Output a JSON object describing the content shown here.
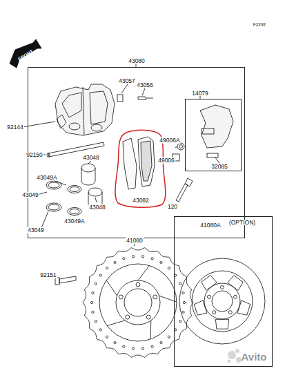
{
  "diagram": {
    "nodes": [
      {
        "text": [
          "43080"
        ]
      },
      {
        "text": [
          "14079"
        ],
        "in": 0
      },
      {
        "text": [
          "43082"
        ],
        "in": 0
      },
      {
        "text": [
          "41080A",
          "(OPTION)"
        ]
      }
    ],
    "labels": [
      "F2292",
      "FRONT",
      "43057",
      "43056",
      "92144",
      "49006A",
      "92150",
      "49006",
      "32085",
      "43048",
      "43049A",
      "43049",
      "43048",
      "43049A",
      "43049",
      "120",
      "41080",
      "92151",
      "Avito"
    ]
  }
}
